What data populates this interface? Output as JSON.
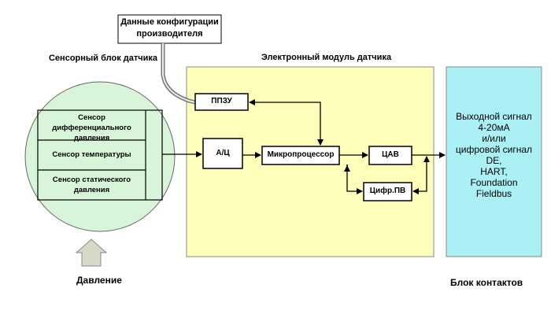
{
  "labels": {
    "manufacturer_config": "Данные конфигурации\nпроизводителя",
    "sensor_unit": "Сенсорный блок датчика",
    "electronic_module": "Электронный модуль датчика",
    "pressure": "Давление",
    "contact_block": "Блок контактов"
  },
  "sensors": [
    "Сенсор дифференциального\nдавления",
    "Сенсор температуры",
    "Сенсор статического\nдавления"
  ],
  "blocks": {
    "eeprom": "ППЗУ",
    "adc": "А/Ц",
    "microprocessor": "Микропроцессор",
    "dac": "ЦАВ",
    "digital_comm": "Цифр.ПВ"
  },
  "output_signal": "Выходной сигнал\n4-20мА\nи/или\nцифровой сигнал\nDE,\nHART,\nFoundation\nFieldbus",
  "colors": {
    "sensor_fill": "#d9f5d9",
    "module_fill": "#ffffbb",
    "output_fill": "#aaf0f5"
  }
}
